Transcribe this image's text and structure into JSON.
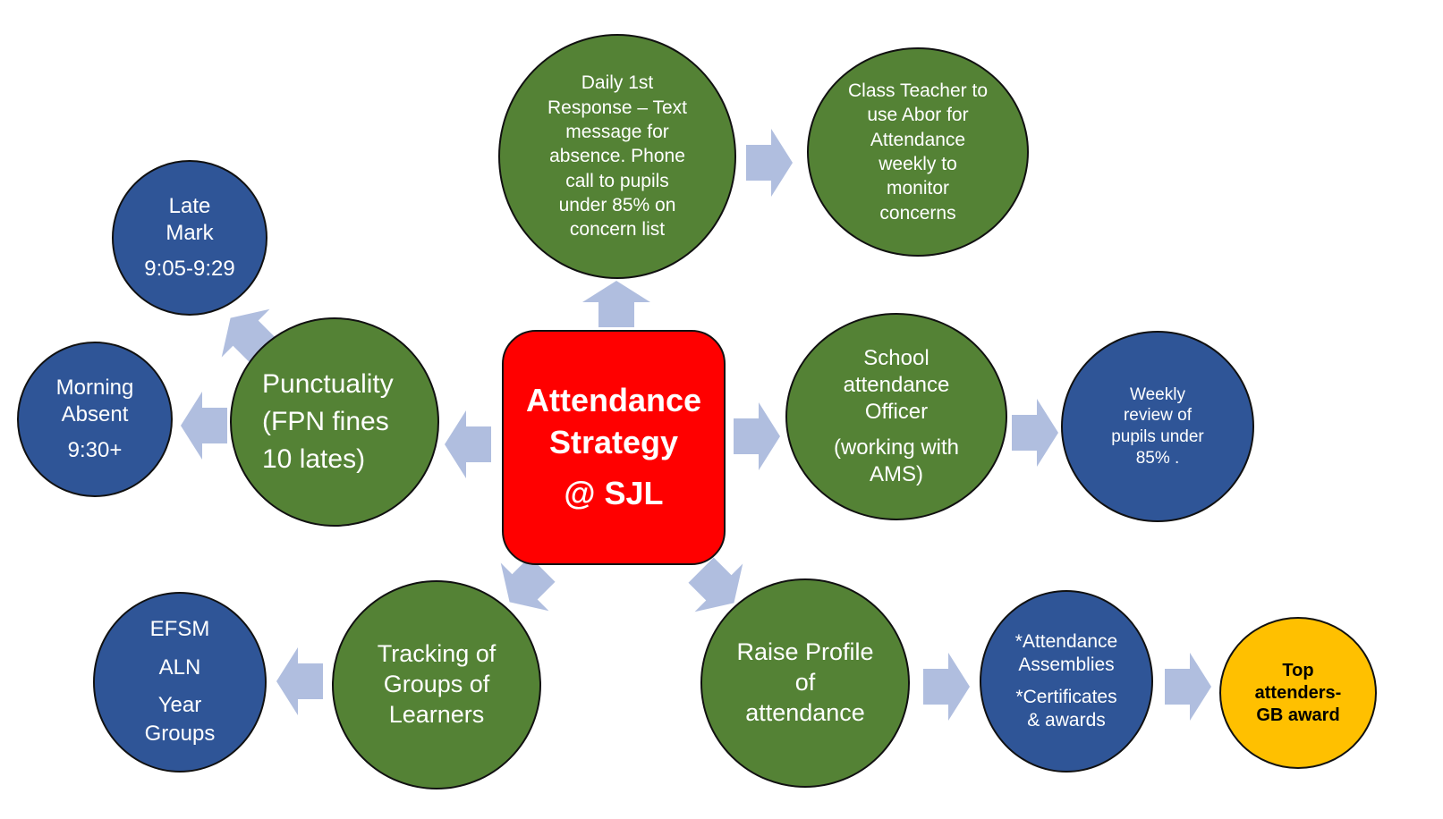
{
  "title": {
    "lines": [
      "Attendance",
      "Strategy",
      "@ SJL"
    ]
  },
  "nodes": {
    "daily": {
      "lines": [
        "Daily 1st",
        "Response – Text",
        "message for",
        "absence. Phone",
        "call to pupils",
        "under 85% on",
        "concern list"
      ]
    },
    "class_teacher": {
      "lines": [
        "Class Teacher to",
        "use Abor for",
        "Attendance",
        "weekly to",
        "monitor",
        "concerns"
      ]
    },
    "late_mark": {
      "lines": [
        "Late",
        "Mark",
        "9:05-9:29"
      ]
    },
    "morning_absent": {
      "lines": [
        "Morning",
        "Absent",
        "9:30+"
      ]
    },
    "punctuality": {
      "lines": [
        "Punctuality",
        "(FPN fines",
        "10 lates)"
      ]
    },
    "school_officer": {
      "lines": [
        "School",
        "attendance",
        "Officer",
        "(working with",
        "AMS)"
      ]
    },
    "weekly_review": {
      "lines": [
        "Weekly",
        "review of",
        "pupils under",
        "85% ."
      ]
    },
    "groups": {
      "lines": [
        "EFSM",
        "ALN",
        "Year",
        "Groups"
      ]
    },
    "tracking": {
      "lines": [
        "Tracking of",
        "Groups of",
        "Learners"
      ]
    },
    "raise_profile": {
      "lines": [
        "Raise Profile",
        "of",
        "attendance"
      ]
    },
    "assemblies": {
      "lines": [
        "*Attendance",
        "Assemblies",
        "*Certificates",
        "& awards"
      ]
    },
    "top_attenders": {
      "lines": [
        "Top",
        "attenders-",
        "GB  award"
      ]
    }
  },
  "colors": {
    "green": "#548235",
    "blue": "#2F5597",
    "red": "#FF0000",
    "yellow": "#FFC000",
    "arrow": "#B0BEDF"
  }
}
